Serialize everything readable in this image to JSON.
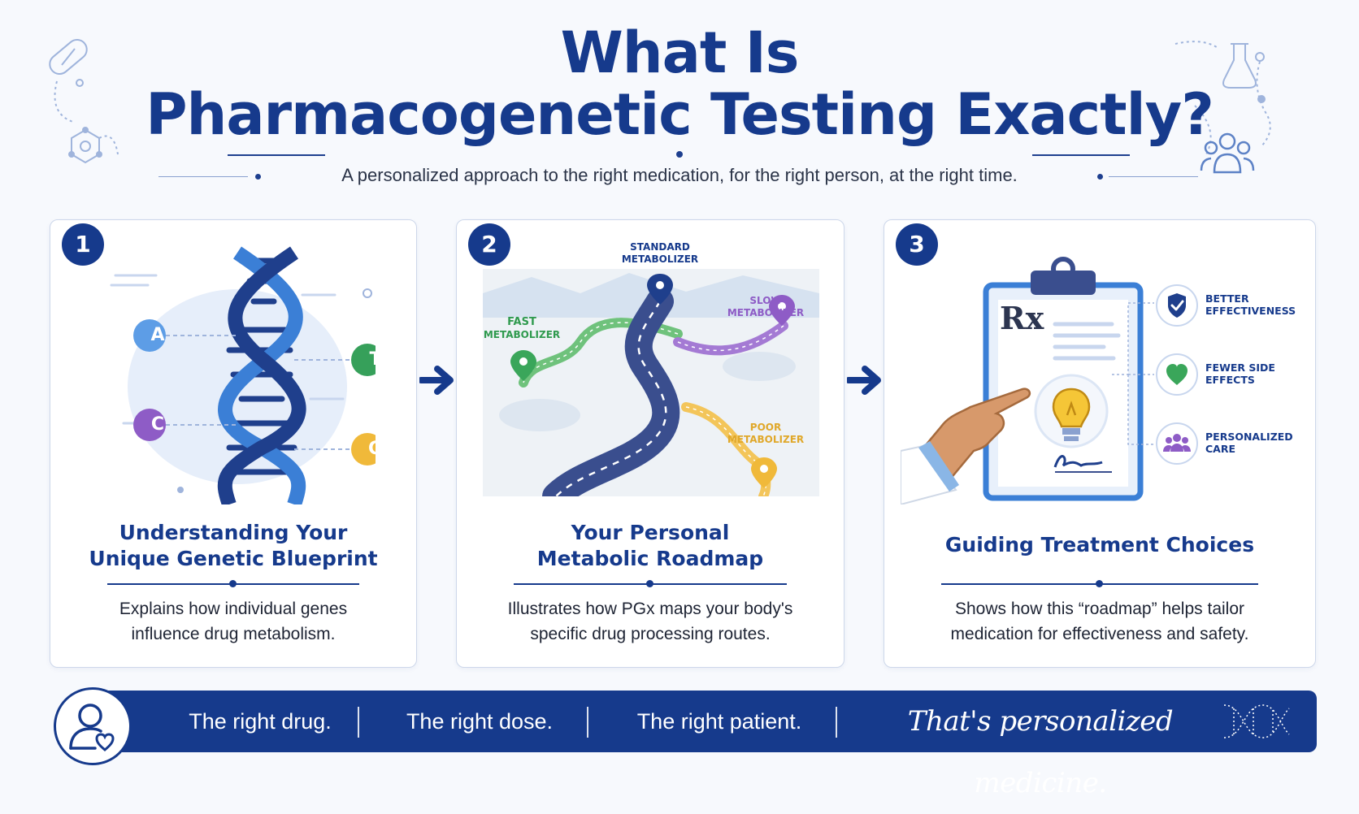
{
  "header": {
    "title_line1": "What Is",
    "title_line2": "Pharmacogenetic Testing Exactly?",
    "subtitle": "A personalized approach to the right medication, for the right person, at the right time."
  },
  "colors": {
    "navy": "#163a8c",
    "blue": "#3b82d6",
    "green": "#3aa65a",
    "purple": "#8b5cc6",
    "yellow": "#f0b93a"
  },
  "cards": [
    {
      "number": "1",
      "title_line1": "Understanding Your",
      "title_line2": "Unique Genetic Blueprint",
      "desc_line1": "Explains how individual genes",
      "desc_line2": "influence drug metabolism.",
      "bases": [
        "A",
        "T",
        "C",
        "G"
      ],
      "icon": "dna-helix-icon"
    },
    {
      "number": "2",
      "title_line1": "Your Personal",
      "title_line2": "Metabolic Roadmap",
      "desc_line1": "Illustrates how PGx maps your body's",
      "desc_line2": "specific drug processing routes.",
      "map_labels": {
        "standard_line1": "STANDARD",
        "standard_line2": "METABOLIZER",
        "fast_line1": "FAST",
        "fast_line2": "METABOLIZER",
        "slow_line1": "SLOW",
        "slow_line2": "METABOLIZER",
        "poor_line1": "POOR",
        "poor_line2": "METABOLIZER"
      },
      "icon": "road-map-icon"
    },
    {
      "number": "3",
      "title": "Guiding Treatment Choices",
      "desc_line1": "Shows how this “roadmap” helps tailor",
      "desc_line2": "medication for effectiveness and safety.",
      "rx_symbol": "Rx",
      "benefits": [
        {
          "line1": "BETTER",
          "line2": "EFFECTIVENESS",
          "icon": "shield-check-icon"
        },
        {
          "line1": "FEWER SIDE",
          "line2": "EFFECTS",
          "icon": "heart-icon"
        },
        {
          "line1": "PERSONALIZED",
          "line2": "CARE",
          "icon": "people-icon"
        }
      ]
    }
  ],
  "banner": {
    "item1": "The right drug.",
    "item2": "The right dose.",
    "item3": "The right patient.",
    "tagline": "That's personalized medicine."
  }
}
